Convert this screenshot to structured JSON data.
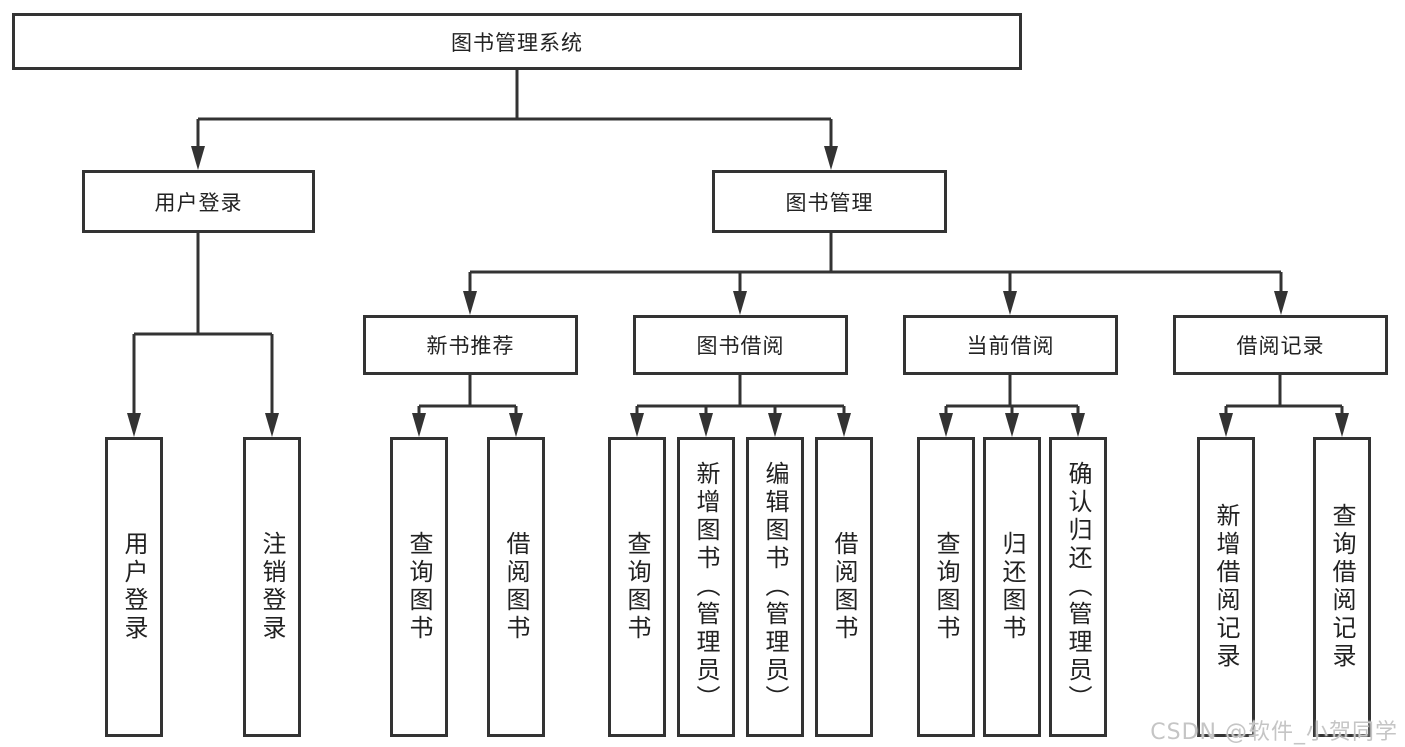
{
  "diagram": {
    "title": "图书管理系统",
    "level2": {
      "user_login": "用户登录",
      "book_management": "图书管理"
    },
    "level3": {
      "new_book_recommend": "新书推荐",
      "book_borrow": "图书借阅",
      "current_borrow": "当前借阅",
      "borrow_records": "借阅记录"
    },
    "leaves": {
      "user_login_login": "用户登录",
      "user_login_logout": "注销登录",
      "new_book_query": "查询图书",
      "new_book_borrow": "借阅图书",
      "borrow_query": "查询图书",
      "borrow_add": "新增图书（管理员）",
      "borrow_edit": "编辑图书（管理员）",
      "borrow_borrow": "借阅图书",
      "current_query": "查询图书",
      "current_return": "归还图书",
      "current_confirm": "确认归还（管理员）",
      "records_add": "新增借阅记录",
      "records_query": "查询借阅记录"
    },
    "watermark": "CSDN @软件_小贺同学"
  },
  "colors": {
    "line": "#333333",
    "border": "#333333",
    "text": "#222222",
    "watermark": "#c5c5c5",
    "background": "#ffffff"
  }
}
